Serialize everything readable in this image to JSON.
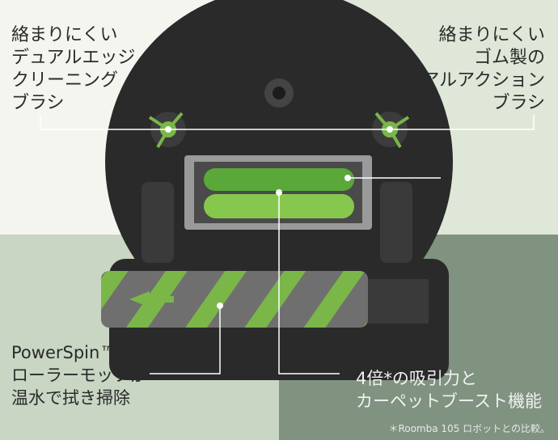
{
  "labels": {
    "top_left": "絡まりにくい\nデュアルエッジ\nクリーニング\nブラシ",
    "top_right": "絡まりにくい\nゴム製の\nデュアルアクション\nブラシ",
    "bottom_left": "PowerSpin™\nローラーモップが\n温水で拭き掃除",
    "bottom_right": "4倍*の吸引力と\nカーペットブースト機能"
  },
  "footnote": "＊Roomba 105 ロボットとの比較。",
  "colors": {
    "accent_green": "#7ab648",
    "robot_body": "#2b2b2b",
    "mop_gray": "#6b6b6b"
  }
}
